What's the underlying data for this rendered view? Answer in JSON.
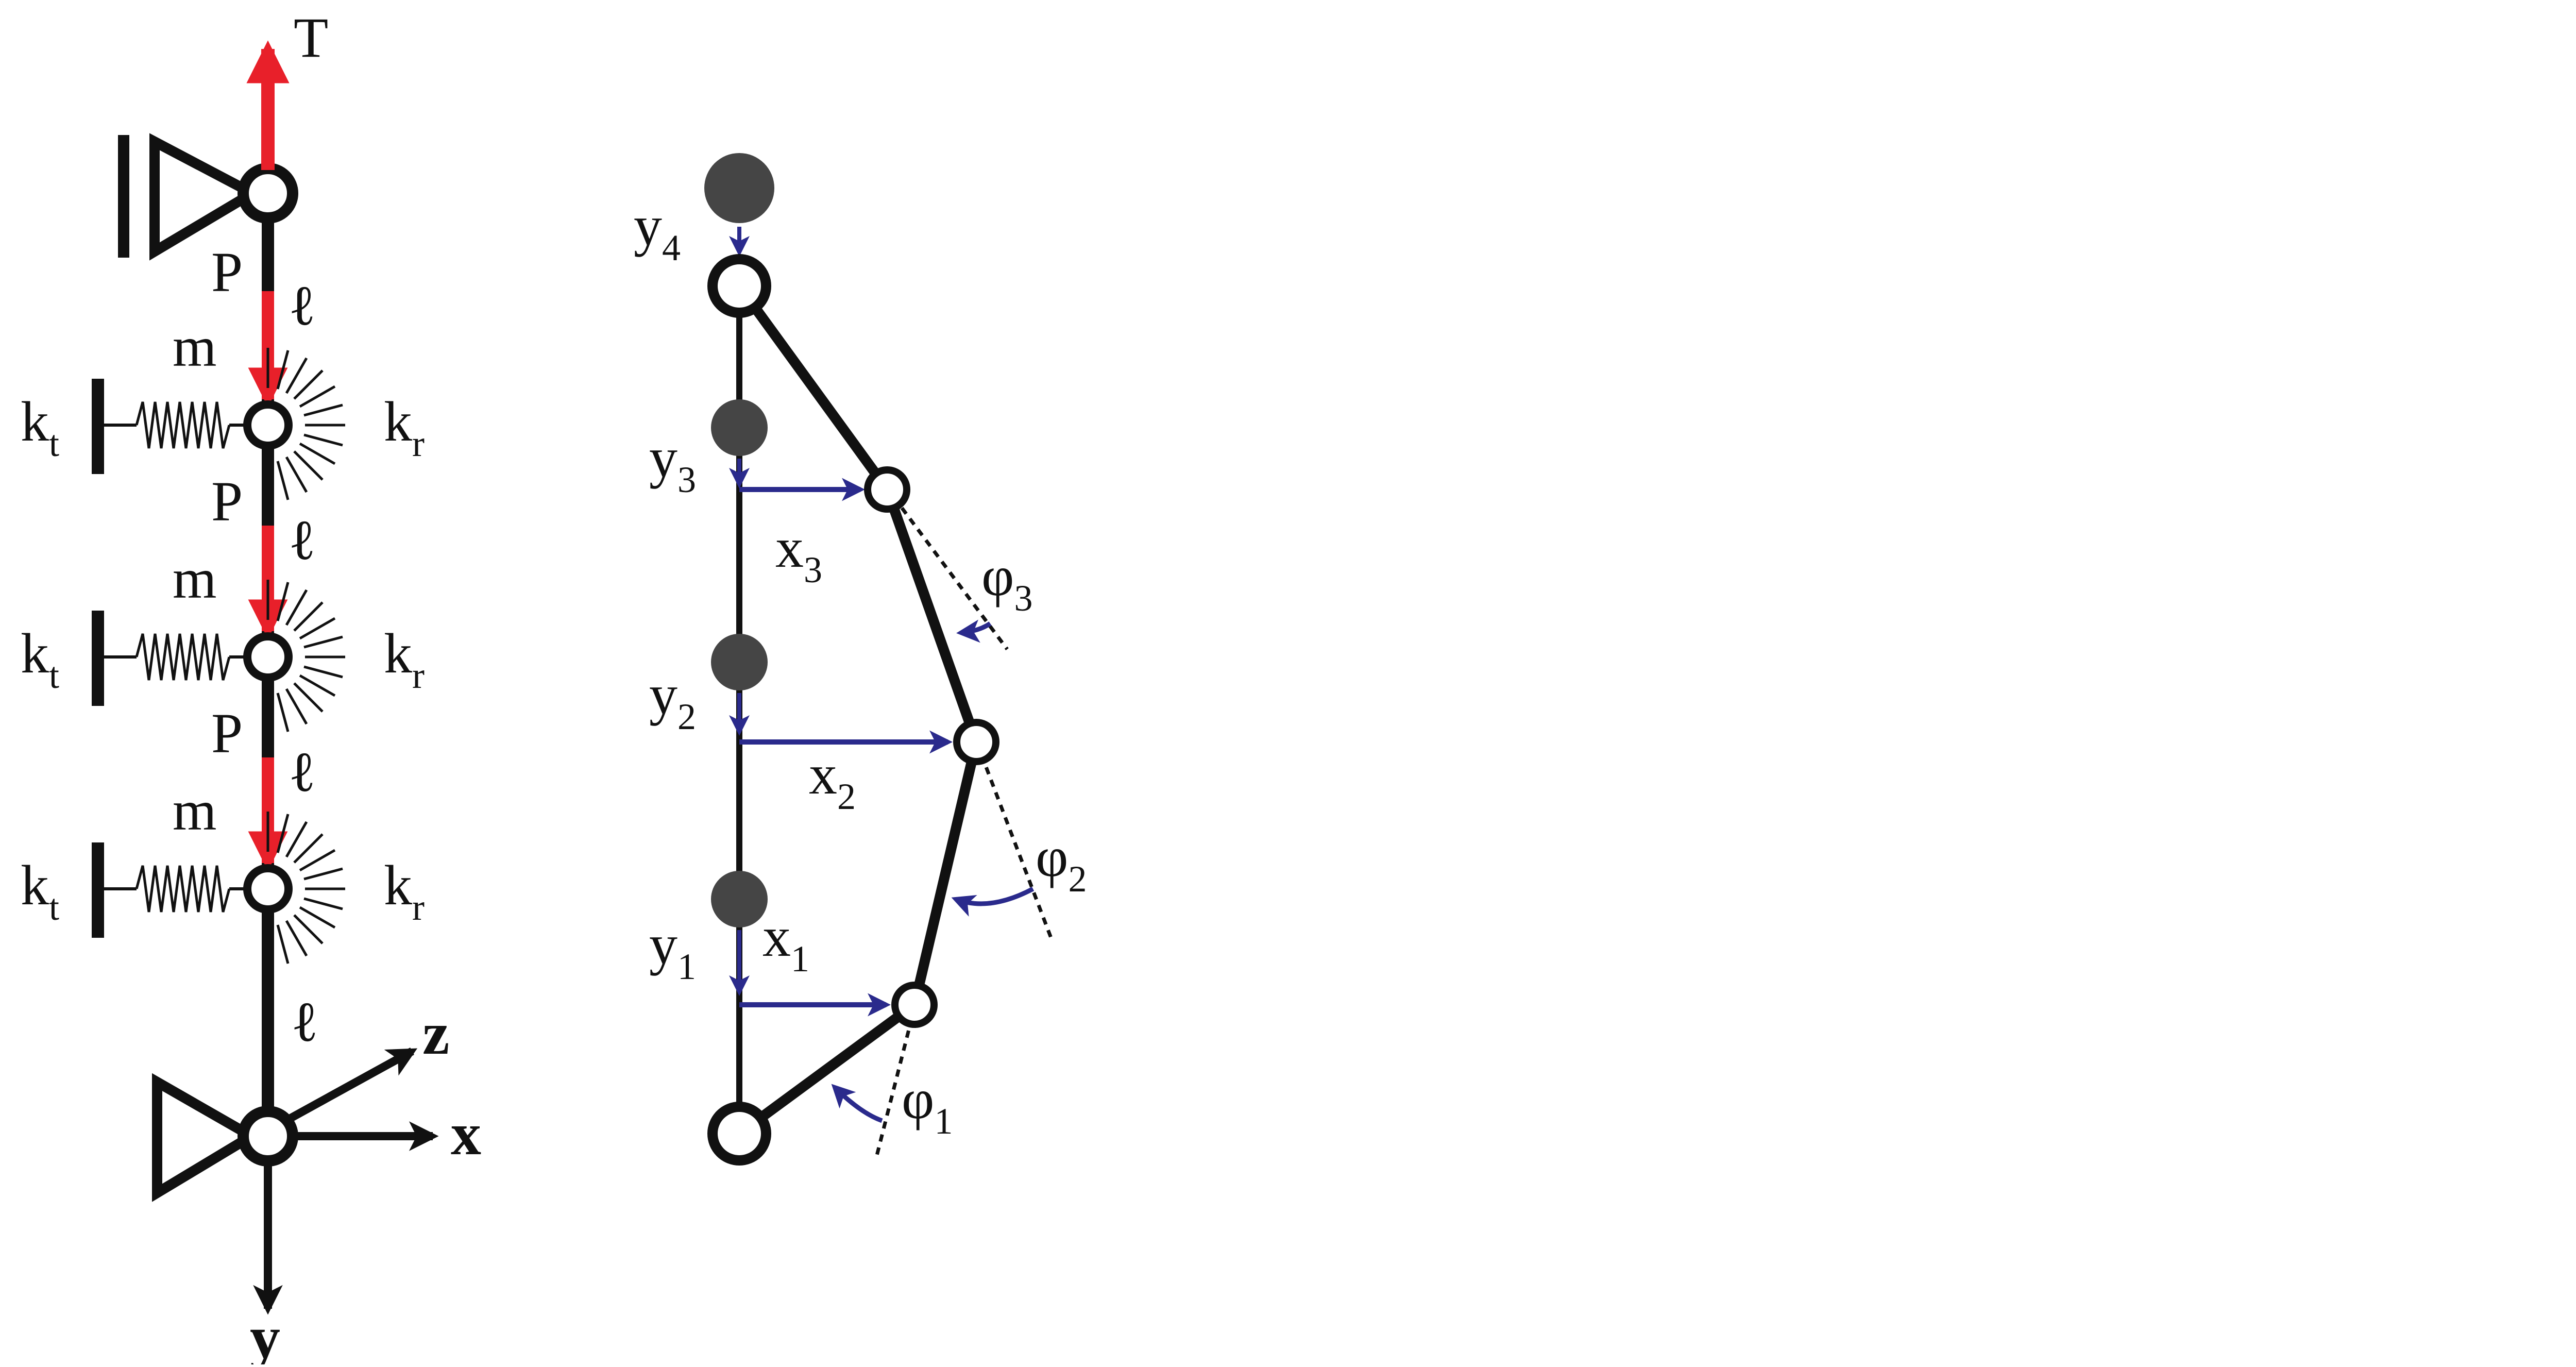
{
  "colors": {
    "ink": "#111111",
    "force": "#e8202a",
    "displacement": "#2a2a8c",
    "mass": "#454545",
    "background": "#ffffff"
  },
  "left_diagram": {
    "tension_label": "T",
    "load_label": "P",
    "length_label": "ℓ",
    "mass_label": "m",
    "translational_spring": {
      "base": "k",
      "sub": "t"
    },
    "rotational_spring": {
      "base": "k",
      "sub": "r"
    },
    "axes": {
      "x": "x",
      "y": "y",
      "z": "z"
    }
  },
  "right_diagram": {
    "y_labels": [
      {
        "base": "y",
        "sub": "4"
      },
      {
        "base": "y",
        "sub": "3"
      },
      {
        "base": "y",
        "sub": "2"
      },
      {
        "base": "y",
        "sub": "1"
      }
    ],
    "x_labels": [
      {
        "base": "x",
        "sub": "3"
      },
      {
        "base": "x",
        "sub": "2"
      },
      {
        "base": "x",
        "sub": "1"
      }
    ],
    "phi_labels": [
      {
        "base": "φ",
        "sub": "3"
      },
      {
        "base": "φ",
        "sub": "2"
      },
      {
        "base": "φ",
        "sub": "1"
      }
    ]
  }
}
